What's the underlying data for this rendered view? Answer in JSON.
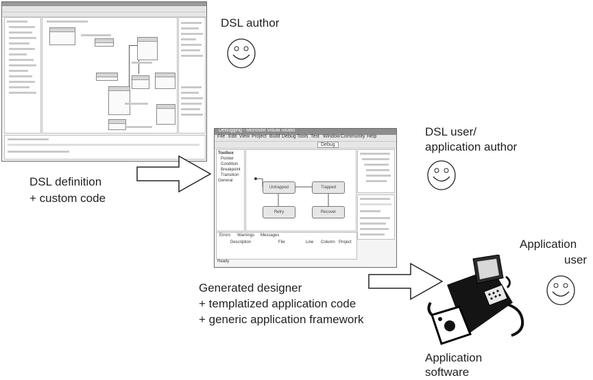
{
  "labels": {
    "dsl_author": "DSL author",
    "dsl_user_line1": "DSL user/",
    "dsl_user_line2": "application author",
    "app_user_line1": "Application",
    "app_user_line2": "user",
    "dsl_definition_line1": "DSL definition",
    "dsl_definition_line2": "+ custom code",
    "generated_line1": "Generated designer",
    "generated_line2": "+ templatized application code",
    "generated_line3": "+ generic application framework",
    "app_software_line1": "Application",
    "app_software_line2": "software"
  },
  "designer": {
    "window_title": "Debugging - Microsoft Visual Studio",
    "menu": [
      "File",
      "Edit",
      "View",
      "Project",
      "Build",
      "Debug",
      "Tools",
      "Test",
      "Window",
      "Community",
      "Help"
    ],
    "toolbar_combo": "Debug",
    "toolbox_items": [
      "Toolbox",
      "Pointer",
      "Condition",
      "Breakpoint",
      "Transition",
      "General"
    ],
    "shapes": [
      "Untrapped",
      "Trapped",
      "Retry",
      "Recover"
    ],
    "tabs": [
      "Errors",
      "Warnings",
      "Messages"
    ],
    "columns": [
      "Description",
      "File",
      "Line",
      "Column",
      "Project"
    ],
    "status": "Ready"
  },
  "colors": {
    "line": "#222222",
    "screenshot_border": "#6a6a6a"
  },
  "icons": [
    "smiley-face-icon",
    "hollow-arrow-icon",
    "computer-device-icon"
  ]
}
